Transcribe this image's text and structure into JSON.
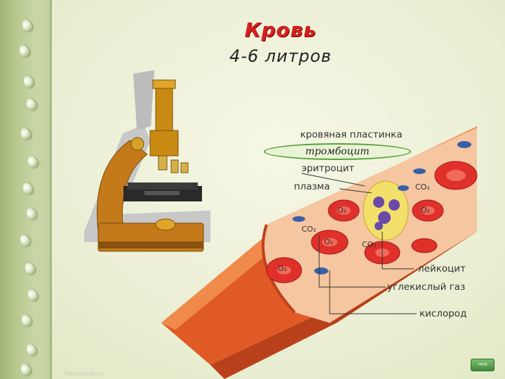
{
  "slide": {
    "title": "Кровь",
    "subtitle": "4-6 литров",
    "watermark": "http://airz.kicr.ru"
  },
  "diagram": {
    "labels": {
      "platelet": "кровяная пластинка",
      "platelet_callout": "тромбоцит",
      "erythrocyte": "эритроцит",
      "plasma": "плазма",
      "leukocyte": "лейкоцит",
      "carbon_dioxide": "углекислый газ",
      "oxygen": "кислород"
    },
    "cell_markings": {
      "oxygen": "O₂",
      "carbon_dioxide": "CO₂"
    }
  },
  "navigation": {
    "next_label": "next"
  },
  "colors": {
    "title_red": "#d42020",
    "vessel": "#d94a1c",
    "erythrocyte": "#e0302a",
    "platelet": "#3a5fa8",
    "leukocyte_nucleus": "#6a4aa8",
    "border_green": "#9eb477"
  }
}
